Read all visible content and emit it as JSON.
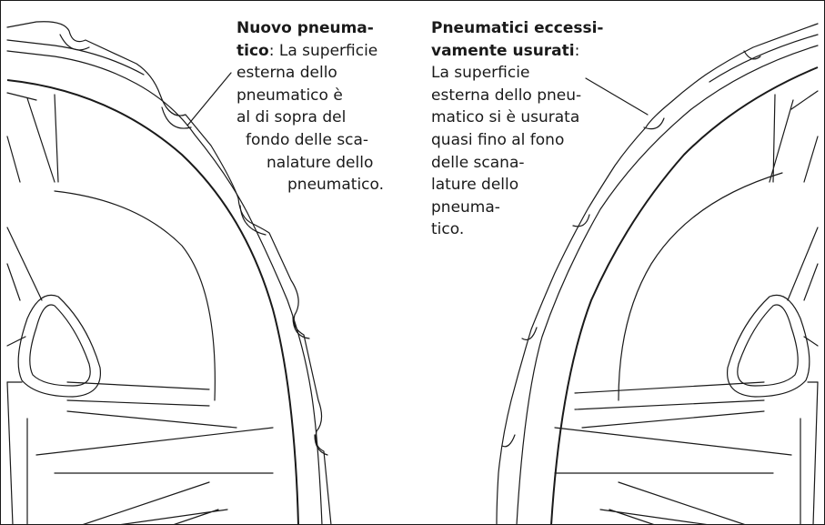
{
  "new_tyre_note": {
    "title_part1": "Nuovo pneuma-",
    "title_part2": "tico",
    "line2_rest": ": La superficie",
    "lines": [
      "esterna dello",
      "pneumatico è",
      "al di sopra del",
      "fondo delle sca-",
      "nalature dello",
      "pneumatico."
    ]
  },
  "worn_tyre_note": {
    "title_line1": "Pneumatici eccessi-",
    "title_line2": "vamente usurati",
    "title_line2_rest": ":",
    "lines": [
      "La superficie",
      "esterna dello pneu-",
      "matico si è usurata",
      "quasi fino al fono",
      "delle scana-",
      "lature dello",
      "pneuma-",
      "tico."
    ]
  }
}
